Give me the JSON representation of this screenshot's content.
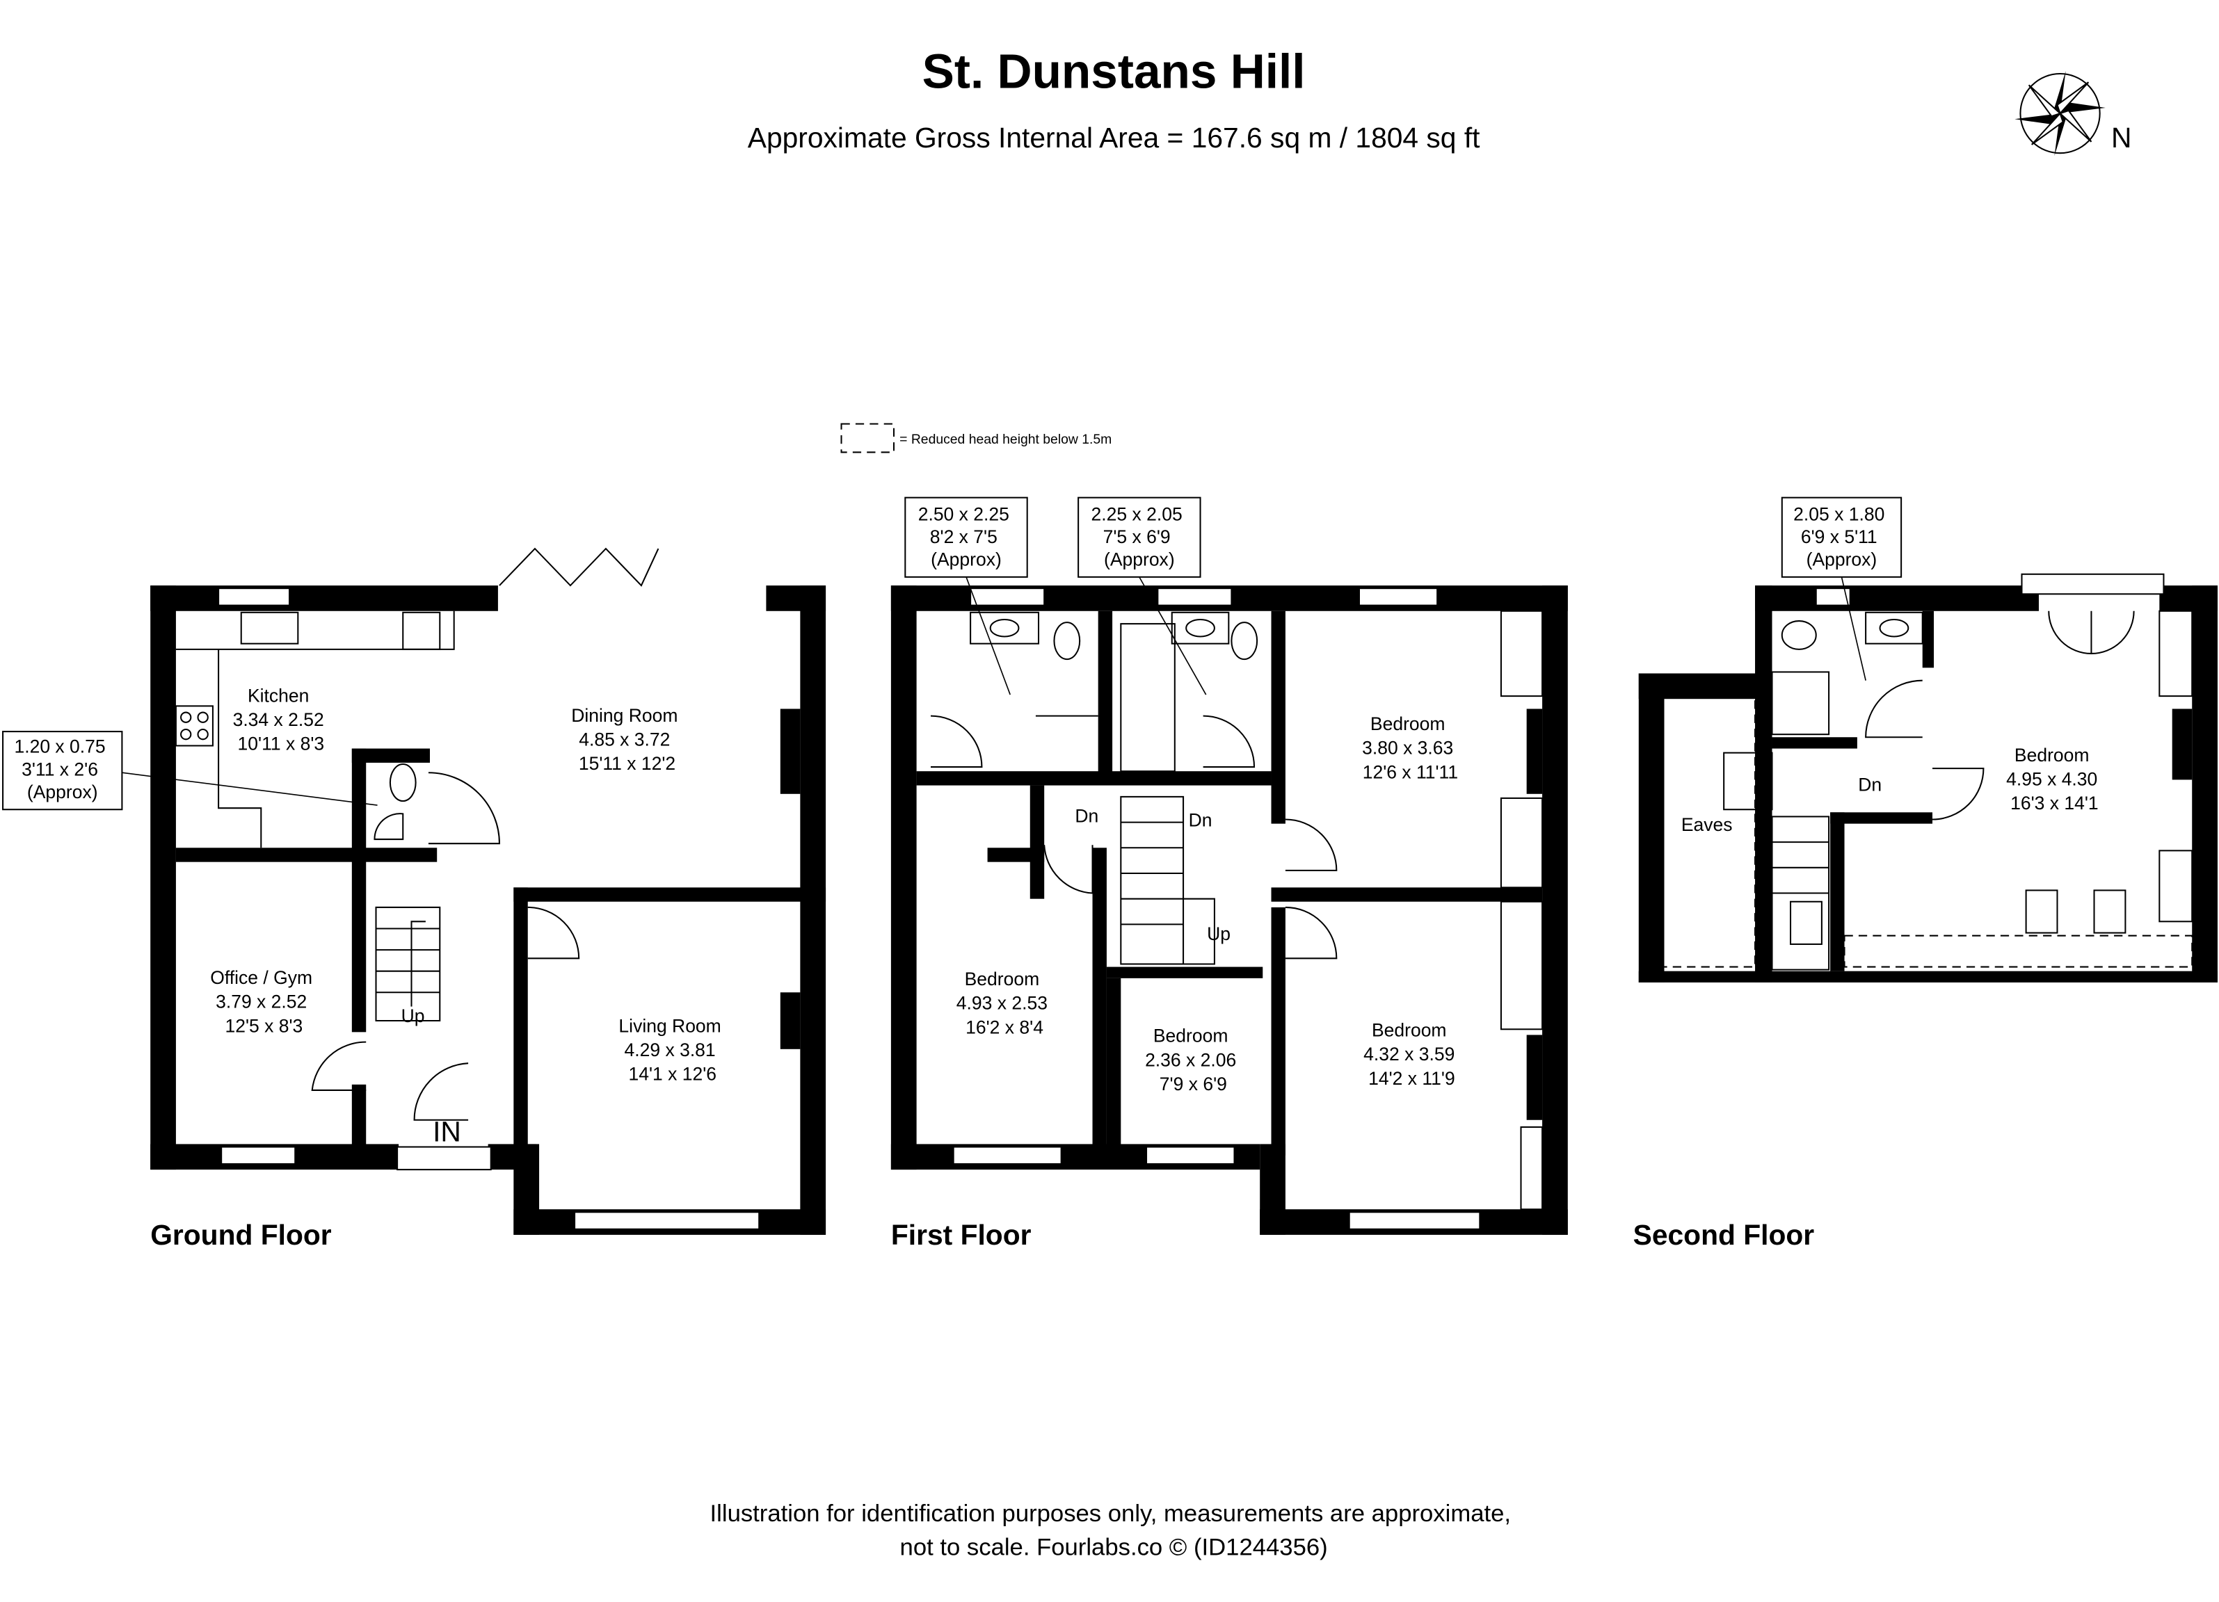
{
  "title": "St. Dunstans Hill",
  "subtitle": "Approximate Gross Internal Area = 167.6 sq m / 1804 sq ft",
  "compass_label": "N",
  "legend": "= Reduced head height below 1.5m",
  "floors": {
    "ground": {
      "label": "Ground Floor",
      "kitchen": [
        "Kitchen",
        "3.34 x 2.52",
        "10'11 x 8'3"
      ],
      "dining": [
        "Dining Room",
        "4.85 x 3.72",
        "15'11 x 12'2"
      ],
      "office": [
        "Office / Gym",
        "3.79 x 2.52",
        "12'5 x 8'3"
      ],
      "living": [
        "Living Room",
        "4.29 x 3.81",
        "14'1 x 12'6"
      ],
      "wc_callout": [
        "1.20 x 0.75",
        "3'11 x 2'6",
        "(Approx)"
      ],
      "stair": "Up",
      "entrance": "IN"
    },
    "first": {
      "label": "First Floor",
      "bath_callout": [
        "2.50 x 2.25",
        "8'2 x 7'5",
        "(Approx)"
      ],
      "shower_callout": [
        "2.25 x 2.05",
        "7'5 x 6'9",
        "(Approx)"
      ],
      "bedroom_ne": [
        "Bedroom",
        "3.80 x 3.63",
        "12'6 x 11'11"
      ],
      "bedroom_w": [
        "Bedroom",
        "4.93 x 2.53",
        "16'2 x 8'4"
      ],
      "bedroom_s": [
        "Bedroom",
        "2.36 x 2.06",
        "7'9 x 6'9"
      ],
      "bedroom_se": [
        "Bedroom",
        "4.32 x 3.59",
        "14'2 x 11'9"
      ],
      "stair_dn1": "Dn",
      "stair_dn2": "Dn",
      "stair_up": "Up"
    },
    "second": {
      "label": "Second Floor",
      "ensuite_callout": [
        "2.05 x 1.80",
        "6'9 x 5'11",
        "(Approx)"
      ],
      "bedroom": [
        "Bedroom",
        "4.95 x 4.30",
        "16'3 x 14'1"
      ],
      "eaves": "Eaves",
      "stair": "Dn"
    }
  },
  "footer": [
    "Illustration for identification purposes only, measurements are approximate,",
    "not to scale. Fourlabs.co © (ID1244356)"
  ]
}
